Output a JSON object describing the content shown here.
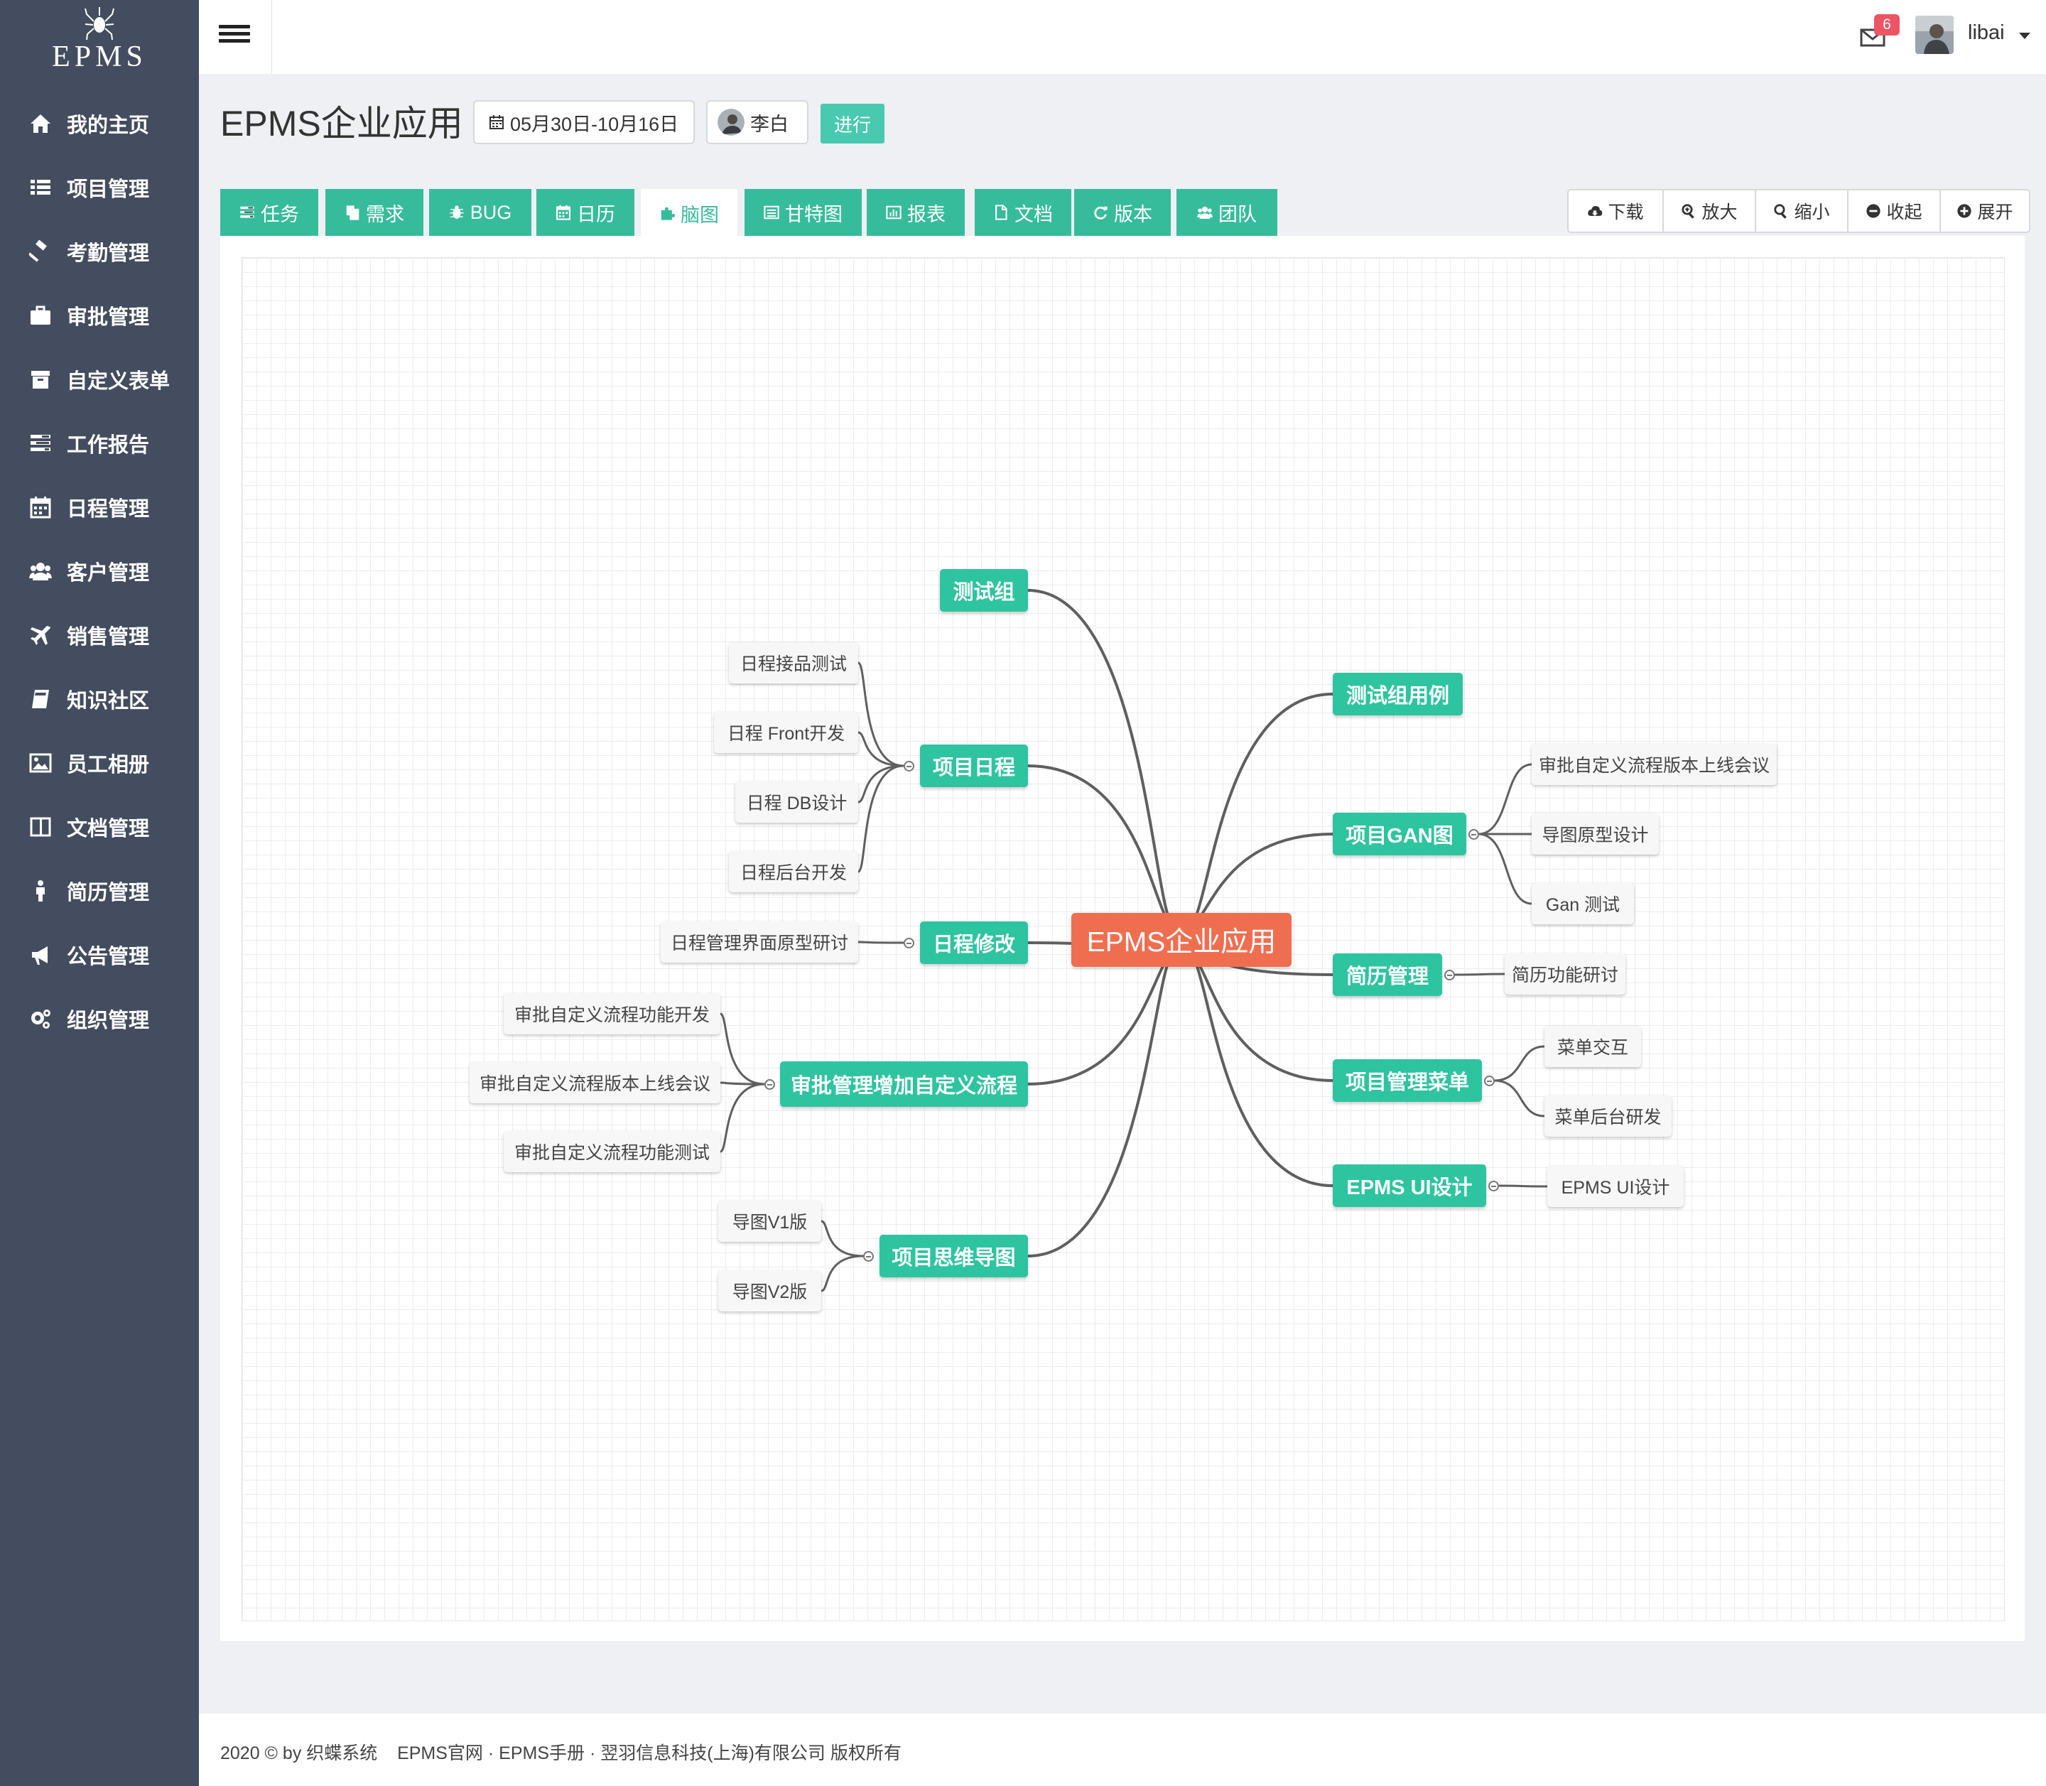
{
  "app": {
    "logo_text": "EPMS"
  },
  "sidebar": {
    "items": [
      {
        "label": "我的主页",
        "icon": "home-icon"
      },
      {
        "label": "项目管理",
        "icon": "list-icon"
      },
      {
        "label": "考勤管理",
        "icon": "gavel-icon"
      },
      {
        "label": "审批管理",
        "icon": "briefcase-icon"
      },
      {
        "label": "自定义表单",
        "icon": "archive-icon"
      },
      {
        "label": "工作报告",
        "icon": "tasks-icon"
      },
      {
        "label": "日程管理",
        "icon": "calendar-icon"
      },
      {
        "label": "客户管理",
        "icon": "users-icon"
      },
      {
        "label": "销售管理",
        "icon": "plane-icon"
      },
      {
        "label": "知识社区",
        "icon": "book-icon"
      },
      {
        "label": "员工相册",
        "icon": "picture-icon"
      },
      {
        "label": "文档管理",
        "icon": "columns-icon"
      },
      {
        "label": "简历管理",
        "icon": "male-icon"
      },
      {
        "label": "公告管理",
        "icon": "bullhorn-icon"
      },
      {
        "label": "组织管理",
        "icon": "cogs-icon"
      }
    ]
  },
  "header": {
    "mail_count": "6",
    "username": "libai"
  },
  "project": {
    "title": "EPMS企业应用",
    "date_range": "05月30日-10月16日",
    "owner": "李白",
    "status": "进行"
  },
  "tabs": [
    {
      "label": "任务",
      "icon": "tasks-icon"
    },
    {
      "label": "需求",
      "icon": "copy-icon"
    },
    {
      "label": "BUG",
      "icon": "bug-icon"
    },
    {
      "label": "日历",
      "icon": "calendar-icon"
    },
    {
      "label": "脑图",
      "icon": "puzzle-icon",
      "active": true
    },
    {
      "label": "甘特图",
      "icon": "list-alt-icon"
    },
    {
      "label": "报表",
      "icon": "bar-chart-icon"
    },
    {
      "label": "文档",
      "icon": "file-icon"
    },
    {
      "label": "版本",
      "icon": "refresh-icon"
    },
    {
      "label": "团队",
      "icon": "users-icon"
    }
  ],
  "toolbar": [
    {
      "label": "下载",
      "icon": "cloud-download-icon"
    },
    {
      "label": "放大",
      "icon": "zoom-in-icon"
    },
    {
      "label": "缩小",
      "icon": "zoom-out-icon"
    },
    {
      "label": "收起",
      "icon": "minus-circle-icon"
    },
    {
      "label": "展开",
      "icon": "plus-circle-icon"
    }
  ],
  "mindmap": {
    "root": "EPMS企业应用",
    "left": [
      {
        "label": "测试组",
        "children": []
      },
      {
        "label": "项目日程",
        "children": [
          "日程接品测试",
          "日程 Front开发",
          "日程 DB设计",
          "日程后台开发"
        ]
      },
      {
        "label": "日程修改",
        "children": [
          "日程管理界面原型研讨"
        ]
      },
      {
        "label": "审批管理增加自定义流程",
        "children": [
          "审批自定义流程功能开发",
          "审批自定义流程版本上线会议",
          "审批自定义流程功能测试"
        ]
      },
      {
        "label": "项目思维导图",
        "children": [
          "导图V1版",
          "导图V2版"
        ]
      }
    ],
    "right": [
      {
        "label": "测试组用例",
        "children": []
      },
      {
        "label": "项目GAN图",
        "children": [
          "审批自定义流程版本上线会议",
          "导图原型设计",
          "Gan 测试"
        ]
      },
      {
        "label": "简历管理",
        "children": [
          "简历功能研讨"
        ]
      },
      {
        "label": "项目管理菜单",
        "children": [
          "菜单交互",
          "菜单后台研发"
        ]
      },
      {
        "label": "EPMS UI设计",
        "children": [
          "EPMS UI设计"
        ]
      }
    ]
  },
  "footer": {
    "copyright": "2020 © by 织蝶系统",
    "link_site": "EPMS官网",
    "sep": "·",
    "link_manual": "EPMS手册",
    "company": "翌羽信息科技(上海)有限公司 版权所有"
  }
}
